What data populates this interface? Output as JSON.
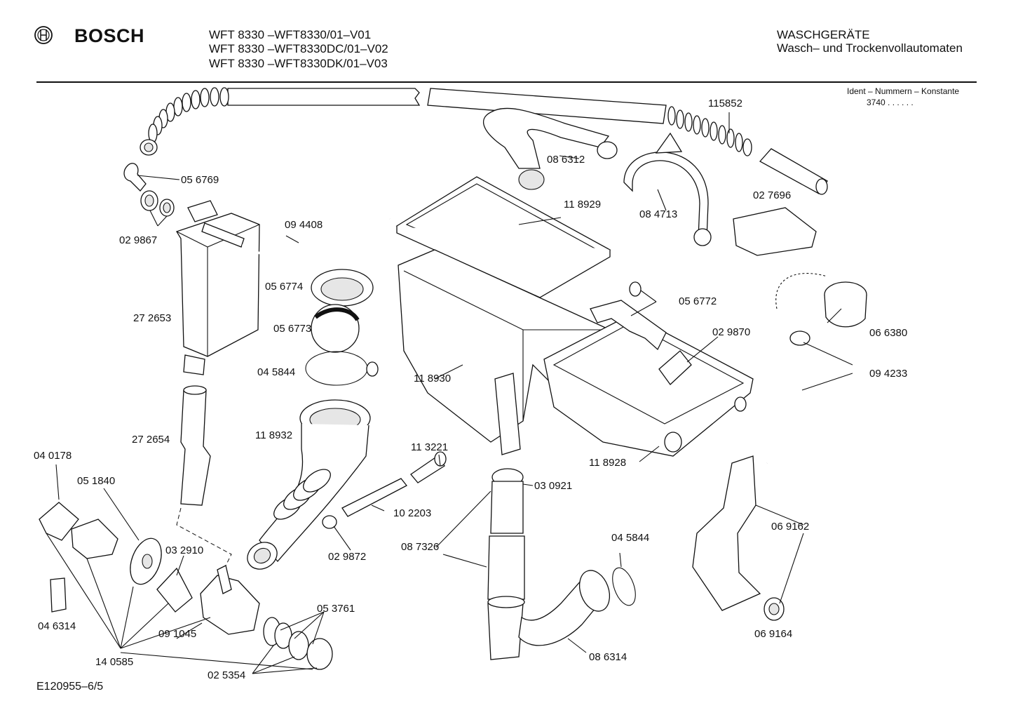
{
  "header": {
    "brand": "BOSCH",
    "models": [
      "WFT 8330 –WFT8330/01–V01",
      "WFT 8330 –WFT8330DC/01–V02",
      "WFT 8330 –WFT8330DK/01–V03"
    ],
    "category": "WASCHGERÄTE",
    "subcategory": "Wasch– und Trockenvollautomaten",
    "ident_label": "Ident – Nummern – Konstante",
    "ident_value": "3740 . . . . . ."
  },
  "parts": [
    "05 6769",
    "02 9867",
    "27 2653",
    "27 2654",
    "09 4408",
    "05 6774",
    "05 6773",
    "04 5844",
    "11 8932",
    "08 6312",
    "11 8929",
    "08 4713",
    "115852",
    "02 7696",
    "05 6772",
    "02 9870",
    "06 6380",
    "09 4233",
    "11 8930",
    "11 8928",
    "11 3221",
    "10 2203",
    "02 9872",
    "03 0921",
    "08 7326",
    "04 5844",
    "08 6314",
    "06 9162",
    "06 9164",
    "04 0178",
    "05 1840",
    "03 2910",
    "04 6314",
    "09 1045",
    "05 3761",
    "14 0585",
    "02 5354"
  ],
  "footer": {
    "drawing_id": "E120955–6/5"
  }
}
